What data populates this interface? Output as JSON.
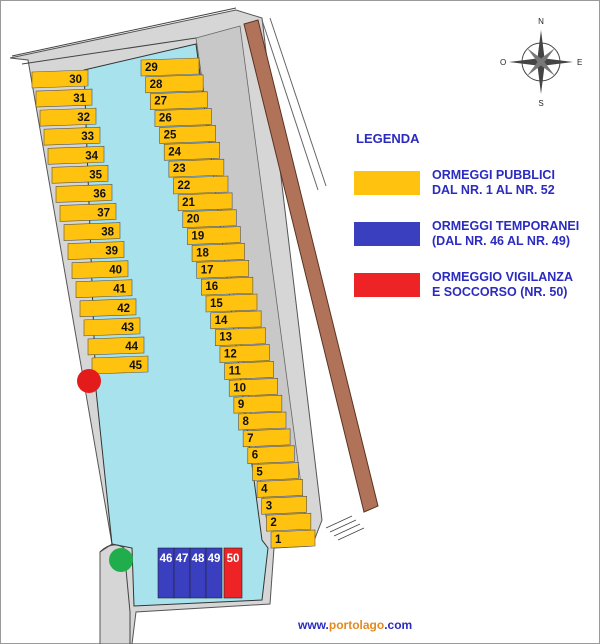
{
  "legend": {
    "title": "LEGENDA",
    "items": [
      {
        "line1": "ORMEGGI PUBBLICI",
        "line2": "DAL NR. 1 AL NR. 52",
        "color": "#ffc20e"
      },
      {
        "line1": "ORMEGGI TEMPORANEI",
        "line2": "(DAL NR. 46 AL NR. 49)",
        "color": "#3a3fbf"
      },
      {
        "line1": "ORMEGGIO VIGILANZA",
        "line2": "E SOCCORSO (NR. 50)",
        "color": "#ee2326"
      }
    ]
  },
  "compass": {
    "n": "N",
    "s": "S",
    "e": "E",
    "o": "O"
  },
  "website": {
    "prefix": "www.",
    "brand": "portolago",
    "suffix": ".com"
  },
  "colors": {
    "water": "#a8e2ec",
    "public_mooring": "#ffc20e",
    "temporary_mooring": "#3a3fbf",
    "rescue_mooring": "#ee2326",
    "pier": "#cfcfcf",
    "promenade": "#b0735a",
    "red_marker": "#e41b1b",
    "green_marker": "#1fae4b"
  },
  "moorings": {
    "right_column": [
      "29",
      "28",
      "27",
      "26",
      "25",
      "24",
      "23",
      "22",
      "21",
      "20",
      "19",
      "18",
      "17",
      "16",
      "15",
      "14",
      "13",
      "12",
      "11",
      "10",
      "9",
      "8",
      "7",
      "6",
      "5",
      "4",
      "3",
      "2",
      "1"
    ],
    "left_column": [
      "30",
      "31",
      "32",
      "33",
      "34",
      "35",
      "36",
      "37",
      "38",
      "39",
      "40",
      "41",
      "42",
      "43",
      "44",
      "45"
    ],
    "temporary": [
      "46",
      "47",
      "48",
      "49"
    ],
    "rescue": "50"
  }
}
